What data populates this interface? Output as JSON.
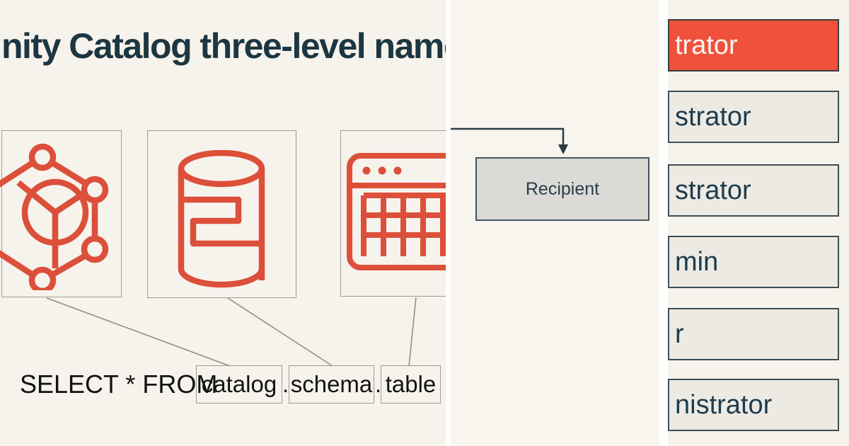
{
  "left_panel": {
    "title": "nity Catalog three-level namespac",
    "icon_cards": [
      {
        "icon": "unity-catalog-network-icon"
      },
      {
        "icon": "schema-database-icon"
      },
      {
        "icon": "table-window-icon"
      }
    ],
    "sql": {
      "prefix": "SELECT * FROM",
      "catalog": "catalog",
      "schema": "schema",
      "table": "table",
      "dot": "."
    }
  },
  "middle_panel": {
    "recipient_label": "Recipient"
  },
  "right_panel": {
    "boxes": [
      {
        "label": "trator",
        "style": "accent"
      },
      {
        "label": "strator",
        "style": "default"
      },
      {
        "label": "strator",
        "style": "default"
      },
      {
        "label": "min",
        "style": "default"
      },
      {
        "label": "r",
        "style": "default"
      },
      {
        "label": "nistrator",
        "style": "default"
      }
    ]
  },
  "colors": {
    "panel_background": "#f6f3ec",
    "middle_panel_background": "#f8f5ef",
    "accent_red": "#f0513c",
    "icon_red": "#dc4f3a",
    "title_navy": "#1c3642",
    "thin_box_border": "#9e9b94",
    "gray_box_background": "#edeae4",
    "gray_box_border": "#3d4f58",
    "recipient_background": "#dcdad6",
    "recipient_border": "#44545c",
    "connector_gray": "#8d8a84",
    "arrow_dark": "#2c3a45"
  }
}
